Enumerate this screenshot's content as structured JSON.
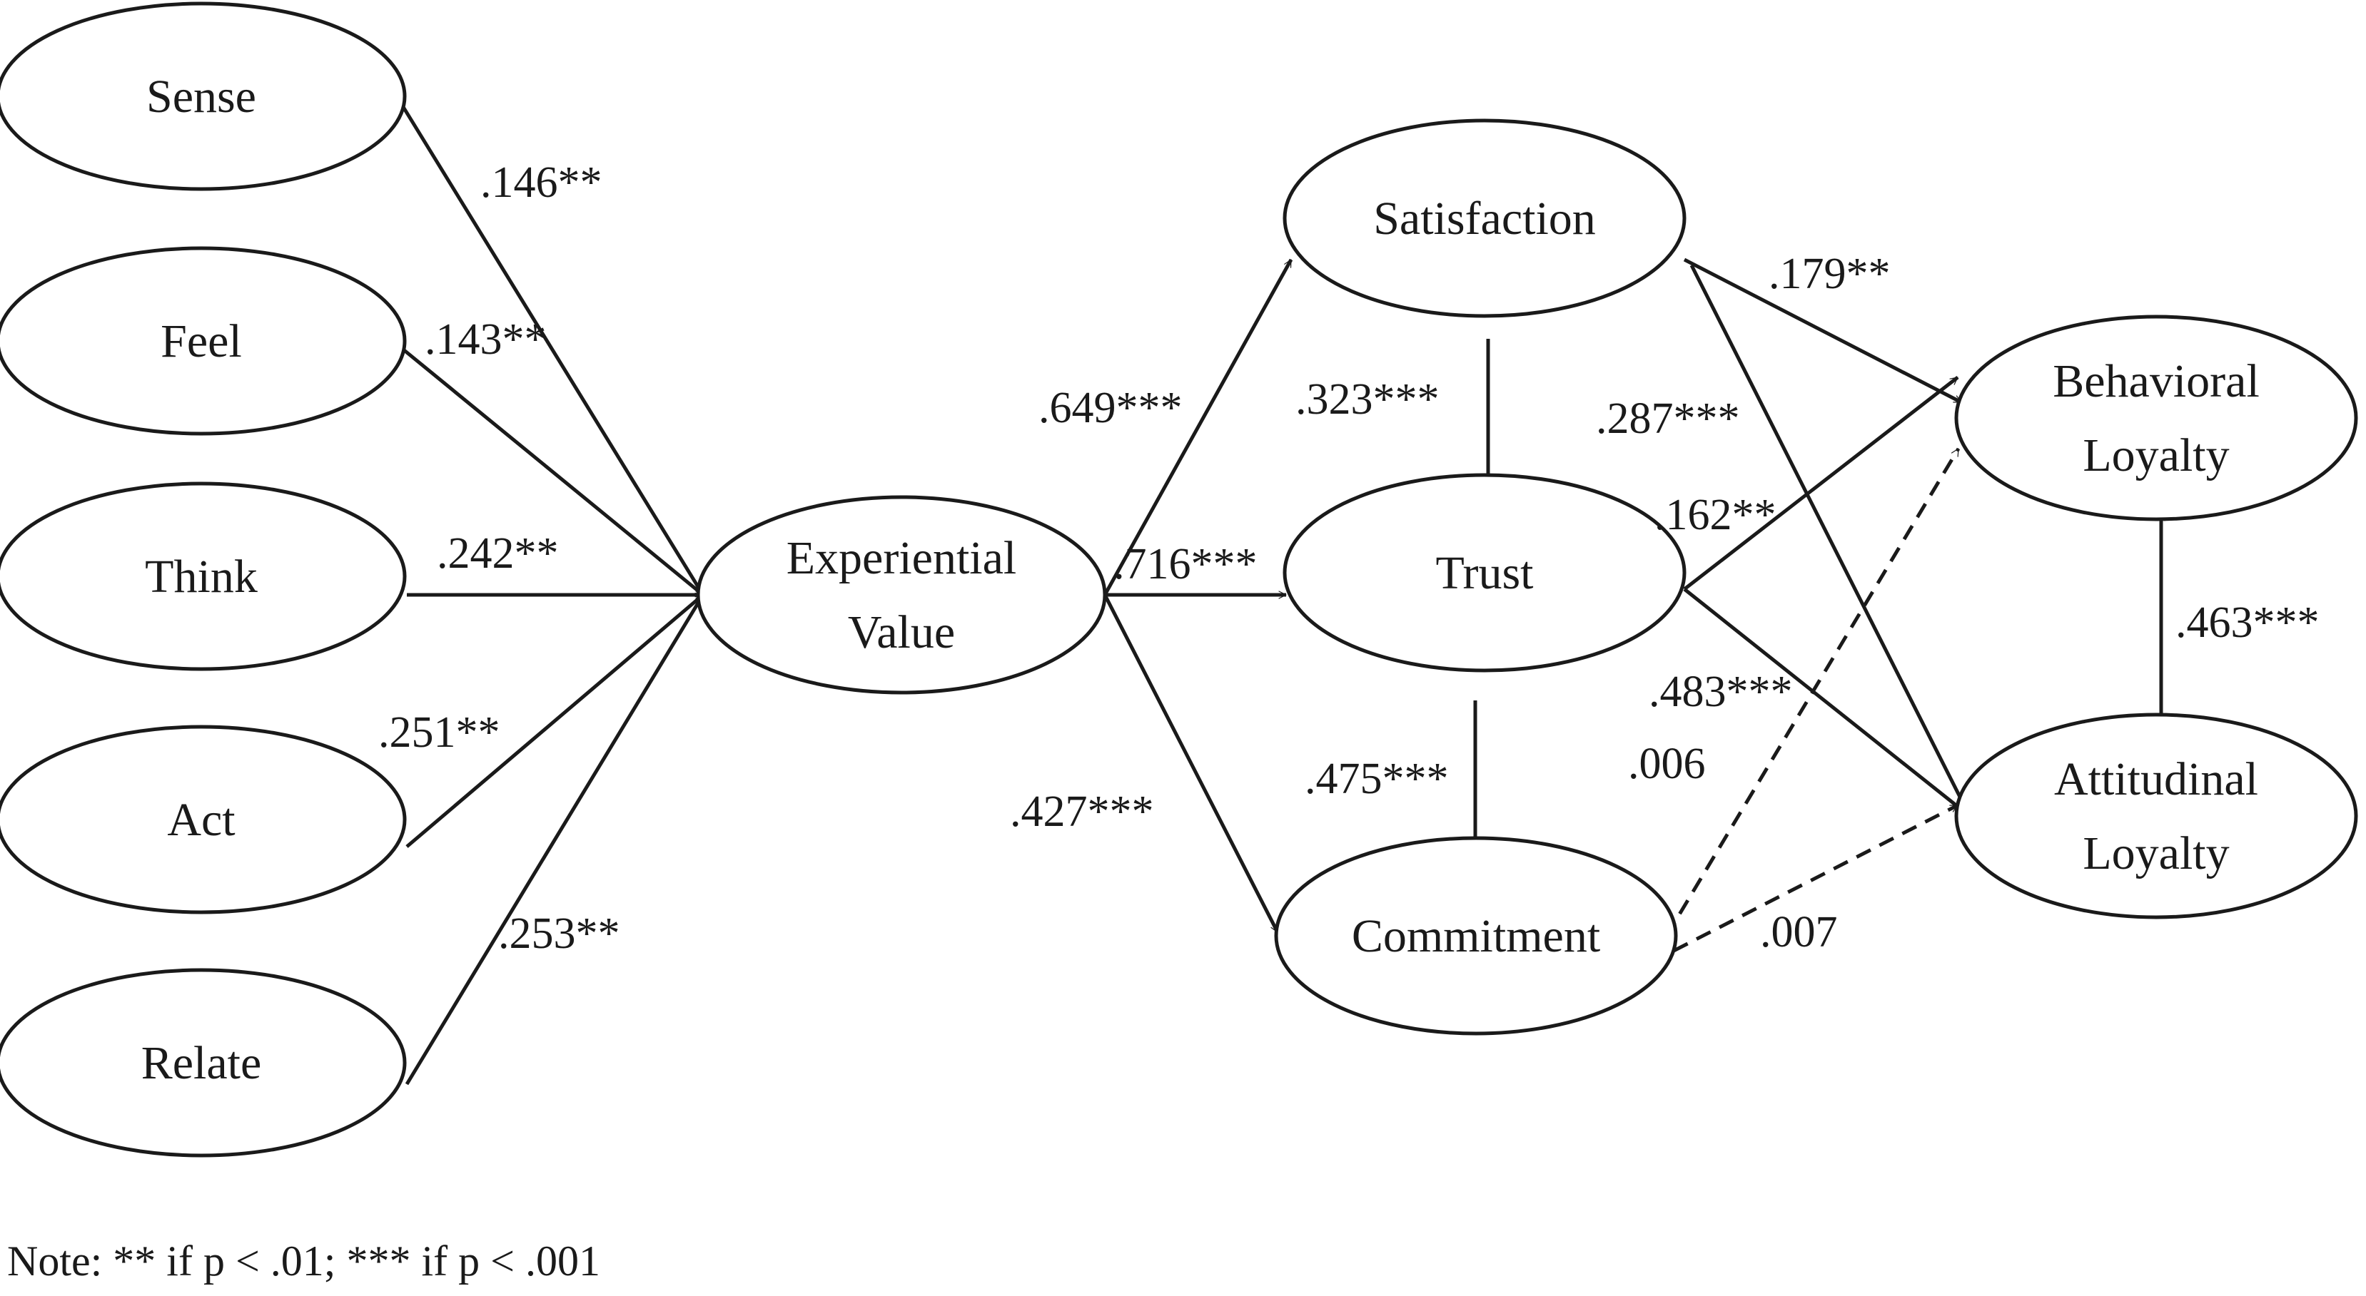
{
  "nodes": [
    {
      "id": "sense",
      "lines": [
        "Sense"
      ]
    },
    {
      "id": "feel",
      "lines": [
        "Feel"
      ]
    },
    {
      "id": "think",
      "lines": [
        "Think"
      ]
    },
    {
      "id": "act",
      "lines": [
        "Act"
      ]
    },
    {
      "id": "relate",
      "lines": [
        "Relate"
      ]
    },
    {
      "id": "experiential",
      "lines": [
        "Experiential",
        "Value"
      ]
    },
    {
      "id": "satisfaction",
      "lines": [
        "Satisfaction"
      ]
    },
    {
      "id": "trust",
      "lines": [
        "Trust"
      ]
    },
    {
      "id": "commitment",
      "lines": [
        "Commitment"
      ]
    },
    {
      "id": "behavioral",
      "lines": [
        "Behavioral",
        "Loyalty"
      ]
    },
    {
      "id": "attitudinal",
      "lines": [
        "Attitudinal",
        "Loyalty"
      ]
    }
  ],
  "edges": [
    {
      "from": "sense",
      "to": "experiential",
      "label": ".146**",
      "style": "solid"
    },
    {
      "from": "feel",
      "to": "experiential",
      "label": ".143**",
      "style": "solid"
    },
    {
      "from": "think",
      "to": "experiential",
      "label": ".242**",
      "style": "solid"
    },
    {
      "from": "act",
      "to": "experiential",
      "label": ".251**",
      "style": "solid"
    },
    {
      "from": "relate",
      "to": "experiential",
      "label": ".253**",
      "style": "solid"
    },
    {
      "from": "experiential",
      "to": "satisfaction",
      "label": ".649***",
      "style": "solid"
    },
    {
      "from": "experiential",
      "to": "trust",
      "label": ".716***",
      "style": "solid"
    },
    {
      "from": "experiential",
      "to": "commitment",
      "label": ".427***",
      "style": "solid"
    },
    {
      "from": "satisfaction",
      "to": "trust",
      "label": ".323***",
      "style": "solid"
    },
    {
      "from": "trust",
      "to": "commitment",
      "label": ".475***",
      "style": "solid"
    },
    {
      "from": "satisfaction",
      "to": "behavioral",
      "label": ".179**",
      "style": "solid"
    },
    {
      "from": "satisfaction",
      "to": "attitudinal",
      "label": ".287***",
      "style": "solid"
    },
    {
      "from": "trust",
      "to": "behavioral",
      "label": ".162**",
      "style": "solid"
    },
    {
      "from": "trust",
      "to": "attitudinal",
      "label": ".483***",
      "style": "solid"
    },
    {
      "from": "commitment",
      "to": "behavioral",
      "label": ".006",
      "style": "dashed"
    },
    {
      "from": "commitment",
      "to": "attitudinal",
      "label": ".007",
      "style": "dashed"
    },
    {
      "from": "attitudinal",
      "to": "behavioral",
      "label": ".463***",
      "style": "solid"
    }
  ],
  "note": "Note: ** if p < .01; *** if p < .001"
}
